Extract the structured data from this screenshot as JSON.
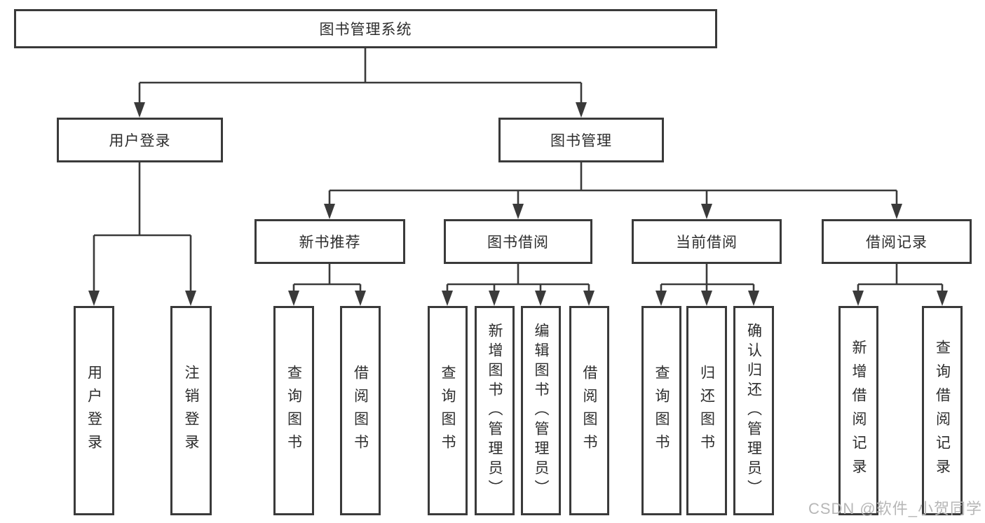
{
  "diagram": {
    "root": {
      "label": "图书管理系统"
    },
    "branches": {
      "user_login": {
        "label": "用户登录"
      },
      "book_mgmt": {
        "label": "图书管理"
      }
    },
    "book_mgmt_children": {
      "new_book_rec": {
        "label": "新书推荐"
      },
      "book_borrow": {
        "label": "图书借阅"
      },
      "current_borrow": {
        "label": "当前借阅"
      },
      "borrow_records": {
        "label": "借阅记录"
      }
    },
    "leaves": {
      "user_login_leaf": "用户登录",
      "logout": "注销登录",
      "query_book_1": "查询图书",
      "borrow_book_1": "借阅图书",
      "query_book_2": "查询图书",
      "add_book": "新增图书（管理员）",
      "edit_book": "编辑图书（管理员）",
      "borrow_book_2": "借阅图书",
      "query_book_3": "查询图书",
      "return_book": "归还图书",
      "confirm_return": "确认归还（管理员）",
      "add_record": "新增借阅记录",
      "query_record": "查询借阅记录"
    },
    "watermark": "CSDN @软件_小贺同学",
    "colors": {
      "line": "#3a3a3a",
      "text": "#2d2d2d",
      "watermark": "#b7b7b7",
      "background": "#ffffff"
    }
  }
}
